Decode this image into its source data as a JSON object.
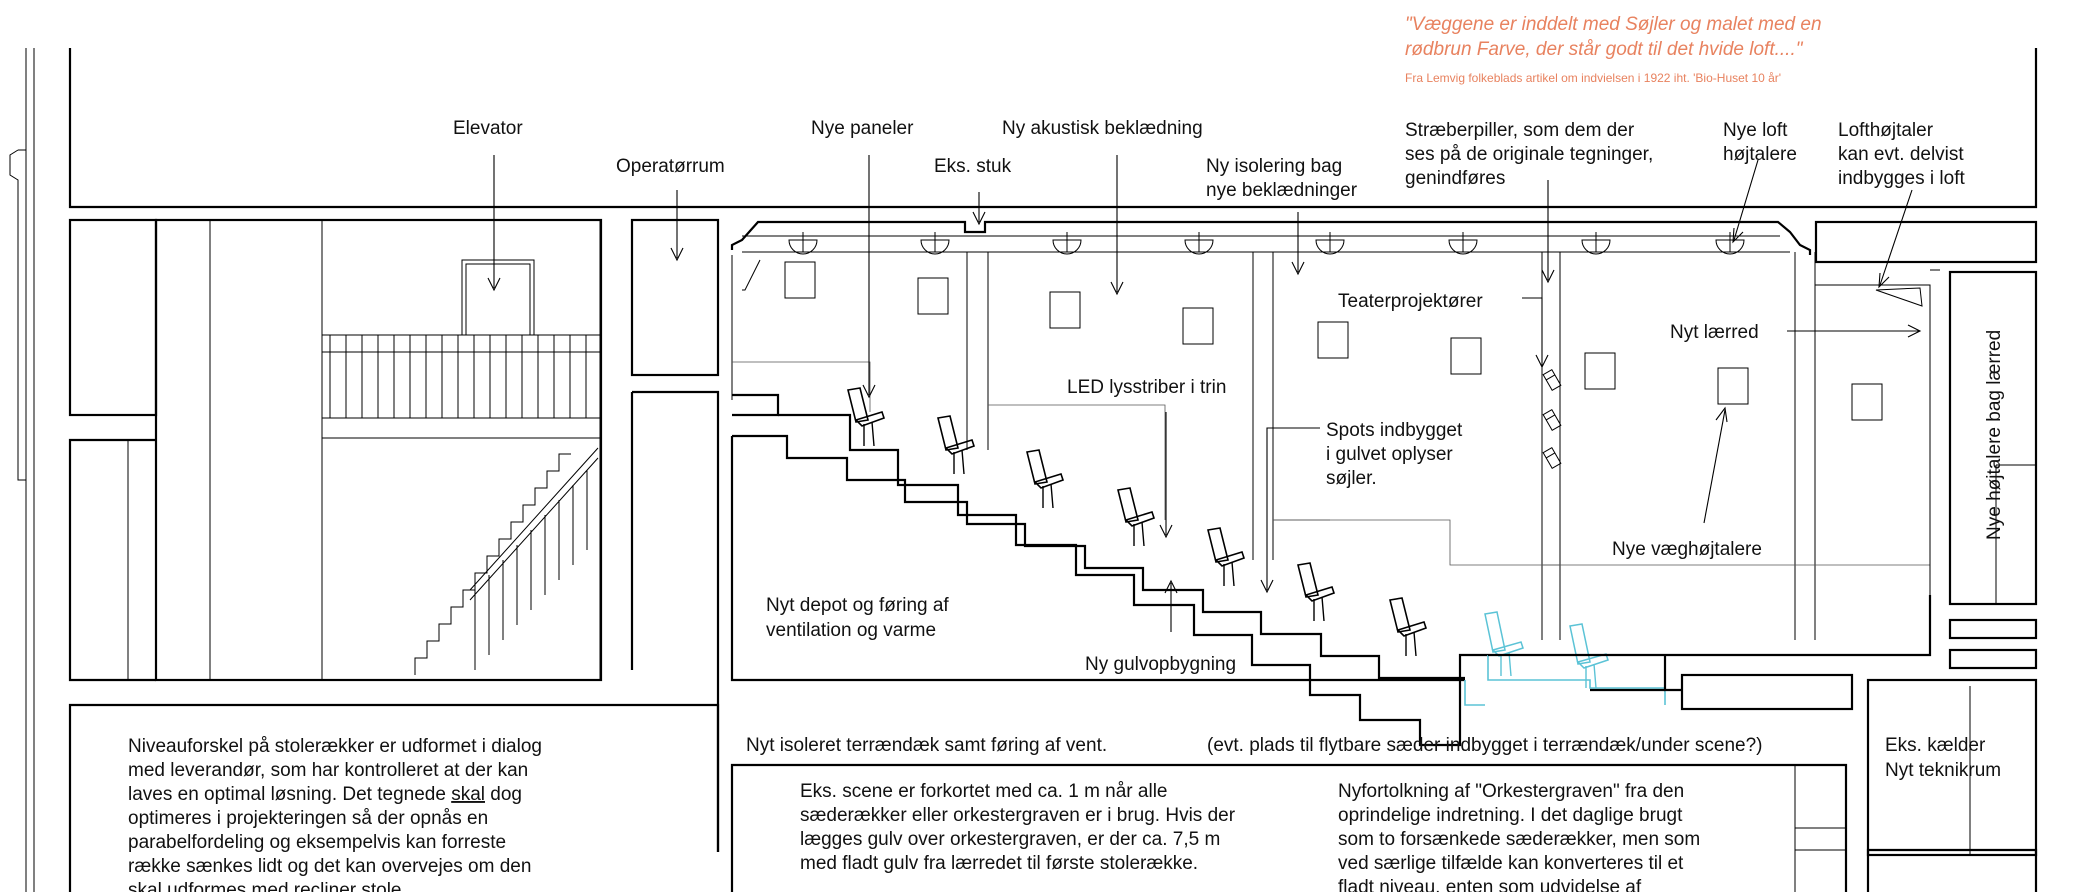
{
  "quote": {
    "line1": "\"Væggene er inddelt med Søjler og malet med en",
    "line2": "rødbrun Farve, der står godt til det hvide loft....\"",
    "source": "Fra Lemvig folkeblads artikel om indvielsen i 1922 iht. 'Bio-Huset 10 år'"
  },
  "labels": {
    "elevator": "Elevator",
    "operatorrum": "Operatørrum",
    "nye_paneler": "Nye paneler",
    "eks_stuk": "Eks. stuk",
    "ny_akustisk": "Ny akustisk beklædning",
    "ny_isolering_1": "Ny isolering bag",
    "ny_isolering_2": "nye beklædninger",
    "straeberpiller_1": "Stræberpiller, som dem der",
    "straeberpiller_2": "ses på de originale tegninger,",
    "straeberpiller_3": "genindføres",
    "nye_loft_1": "Nye loft",
    "nye_loft_2": "højtalere",
    "lofthojtaler_1": "Lofthøjtaler",
    "lofthojtaler_2": "kan evt. delvist",
    "lofthojtaler_3": "indbygges i loft",
    "teaterprojektorer": "Teaterprojektører",
    "nyt_laerred": "Nyt lærred",
    "nye_hojtalere_bag": "Nye højtalere bag lærred",
    "led": "LED lysstriber i trin",
    "spots_1": "Spots indbygget",
    "spots_2": "i gulvet oplyser",
    "spots_3": "søjler.",
    "nye_vaeghojtalere": "Nye væghøjtalere",
    "depot_1": "Nyt depot og føring af",
    "depot_2": "ventilation og varme",
    "gulvopbygning": "Ny gulvopbygning",
    "terraendaek": "Nyt isoleret terrændæk samt føring af vent.",
    "evt_plads": "(evt. plads til flytbare sæder indbygget i terrændæk/under scene?)",
    "eks_kaelder_1": "Eks. kælder",
    "eks_kaelder_2": "Nyt teknikrum"
  },
  "notes": {
    "niveau": [
      "Niveauforskel på stolerækker er udformet i dialog",
      "med leverandør, som har kontrolleret at der kan",
      "laves en optimal løsning. Det tegnede ",
      "skal",
      " dog",
      "optimeres i projekteringen så der opnås en",
      "parabelfordeling og eksempelvis kan forreste",
      "række sænkes lidt og det kan overvejes om den",
      "skal udformes med recliner stole"
    ],
    "scene": [
      "Eks. scene er forkortet med ca. 1 m når alle",
      "sæderækker eller orkestergraven er i brug. Hvis der",
      "lægges gulv over orkestergraven, er der ca. 7,5 m",
      "med fladt gulv fra lærredet til første stolerække."
    ],
    "orkester": [
      "Nyfortolkning af \"Orkestergraven\" fra den",
      "oprindelige indretning. I det daglige brugt",
      "som to forsænkede sæderækker, men som",
      "ved særlige tilfælde kan konverteres til et",
      "fladt niveau, enten som udvidelse af"
    ]
  },
  "colors": {
    "quote": "#e8825f",
    "line": "#000000",
    "orchestra_seats": "#5bc3d6"
  }
}
